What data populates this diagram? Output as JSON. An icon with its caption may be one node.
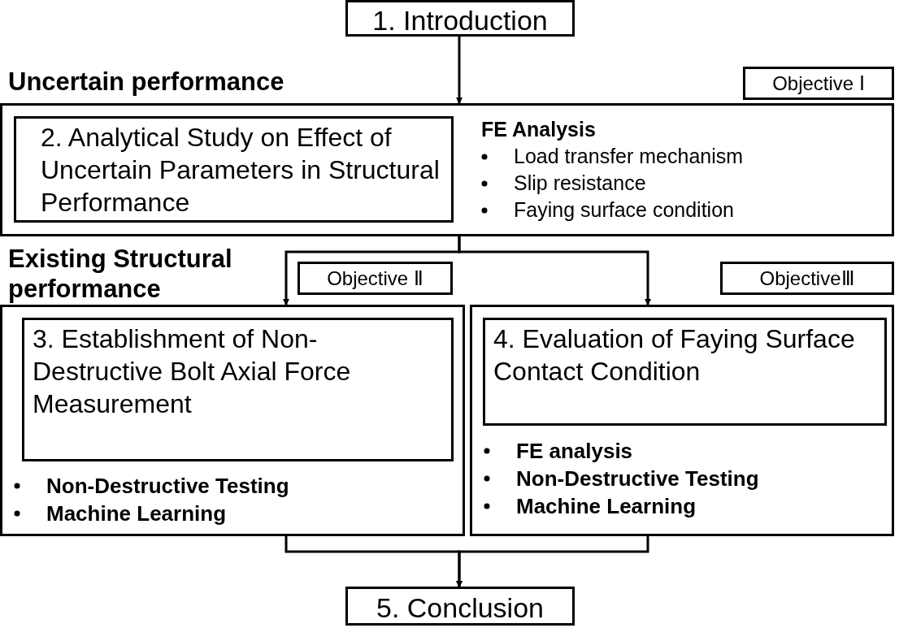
{
  "diagram": {
    "nodes": [
      {
        "text": [
          "1. Introduction"
        ]
      },
      {
        "text": [
          "Objective Ⅰ"
        ]
      },
      {
        "text": [
          "FE Analysis",
          "Load transfer mechanism",
          "Slip resistance",
          "Faying surface condition"
        ]
      },
      {
        "text": [
          "2. Analytical Study on Effect of Uncertain Parameters in Structural Performance"
        ],
        "in": 2
      },
      {
        "text": [
          "Objective Ⅱ"
        ]
      },
      {
        "text": [
          "ObjectiveⅢ"
        ]
      },
      {
        "text": [
          "Non-Destructive Testing",
          "Machine Learning"
        ]
      },
      {
        "text": [
          "3. Establishment of Non-Destructive Bolt Axial Force Measurement"
        ],
        "in": 6
      },
      {
        "text": [
          "FE analysis",
          "Non-Destructive Testing",
          "Machine Learning"
        ]
      },
      {
        "text": [
          "4. Evaluation of Faying Surface Contact Condition"
        ],
        "in": 8
      },
      {
        "text": [
          "5. Conclusion"
        ]
      }
    ],
    "edges": [
      {
        "from": 0,
        "to": 2,
        "arrow": "to"
      },
      {
        "from": 2,
        "to": 6,
        "arrow": "to"
      },
      {
        "from": 2,
        "to": 8,
        "arrow": "to"
      },
      {
        "from": 6,
        "to": 10,
        "arrow": "to"
      },
      {
        "from": 8,
        "to": 10,
        "arrow": "to"
      }
    ],
    "labels": [
      "Uncertain performance",
      "Existing Structural performance"
    ]
  }
}
